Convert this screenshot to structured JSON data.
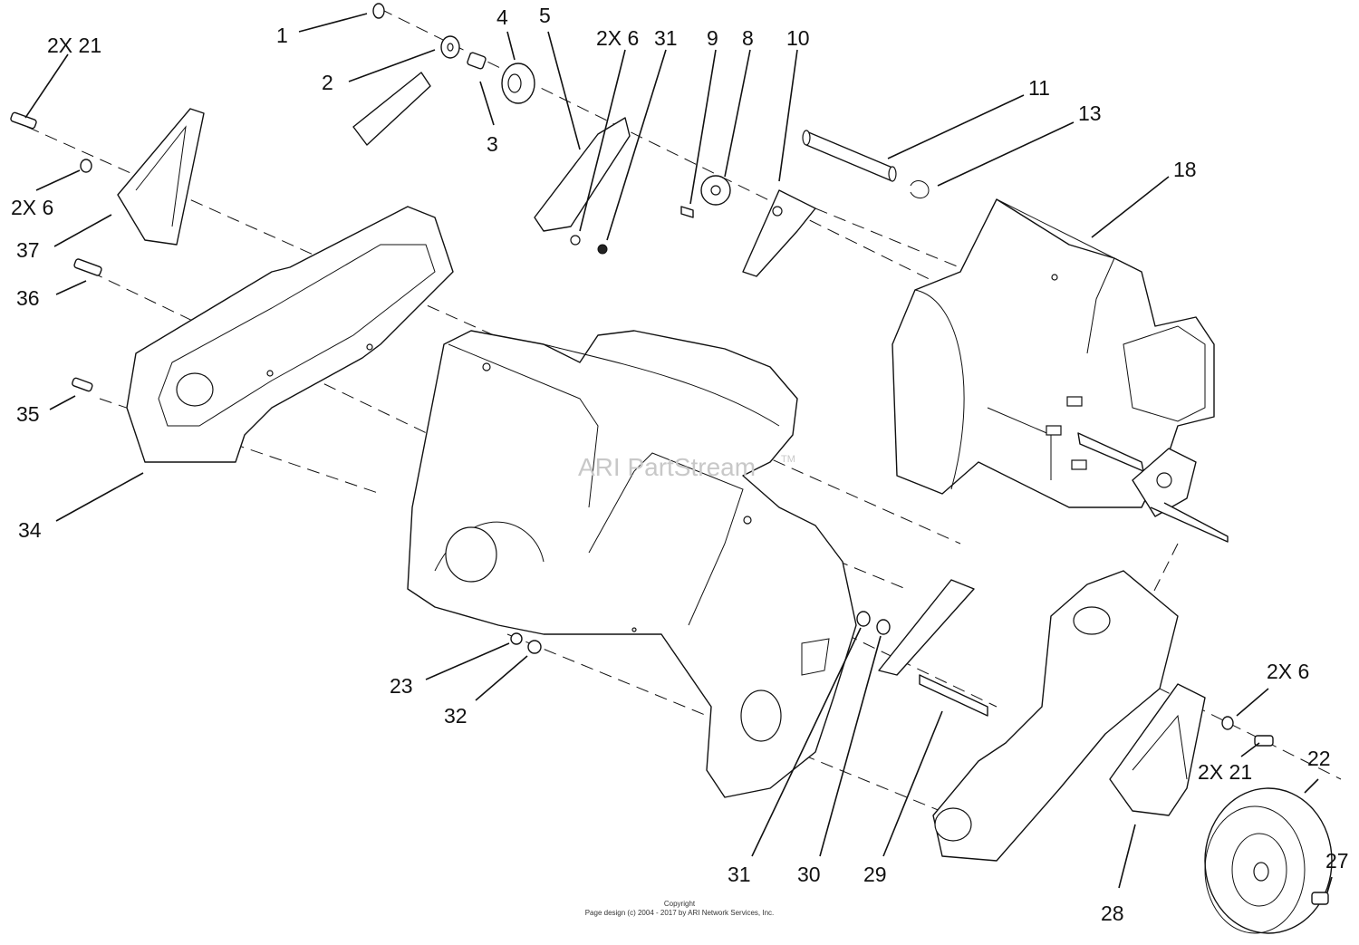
{
  "callouts": {
    "c1": "1",
    "c2": "2",
    "c3": "3",
    "c4": "4",
    "c5": "5",
    "c2x6_top": "2X 6",
    "c31_top": "31",
    "c9": "9",
    "c8": "8",
    "c10": "10",
    "c11": "11",
    "c13": "13",
    "c18": "18",
    "c2x21_left": "2X 21",
    "c2x6_left": "2X 6",
    "c37": "37",
    "c36": "36",
    "c35": "35",
    "c34": "34",
    "c23": "23",
    "c32": "32",
    "c31_bottom": "31",
    "c30": "30",
    "c29": "29",
    "c28": "28",
    "c2x6_right": "2X 6",
    "c2x21_right": "2X 21",
    "c22": "22",
    "c27": "27"
  },
  "watermark": {
    "text": "ARI PartStream",
    "tm": "TM"
  },
  "footer": {
    "line1": "Copyright",
    "line2": "Page design (c) 2004 - 2017 by ARI Network Services, Inc."
  }
}
